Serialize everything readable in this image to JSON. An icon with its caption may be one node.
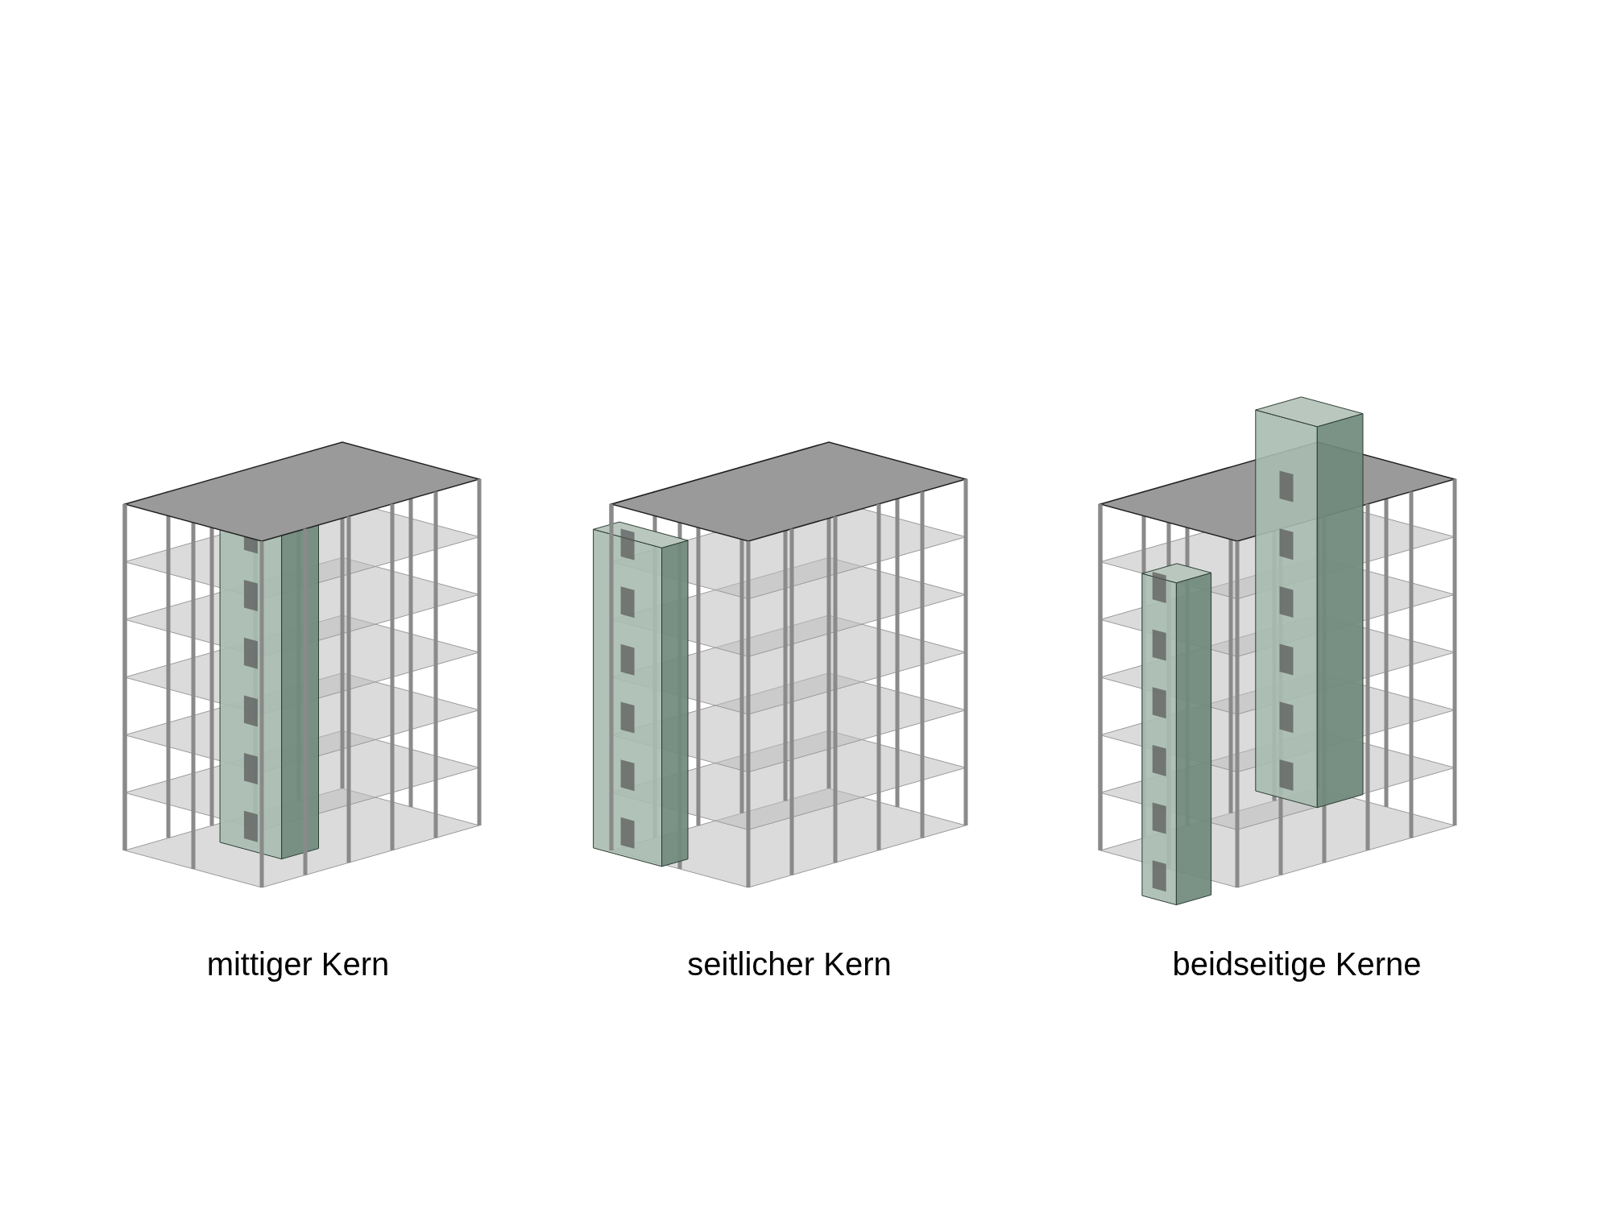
{
  "diagram": {
    "labels": [
      "mittiger Kern",
      "seitlicher Kern",
      "beidseitige Kerne"
    ]
  }
}
